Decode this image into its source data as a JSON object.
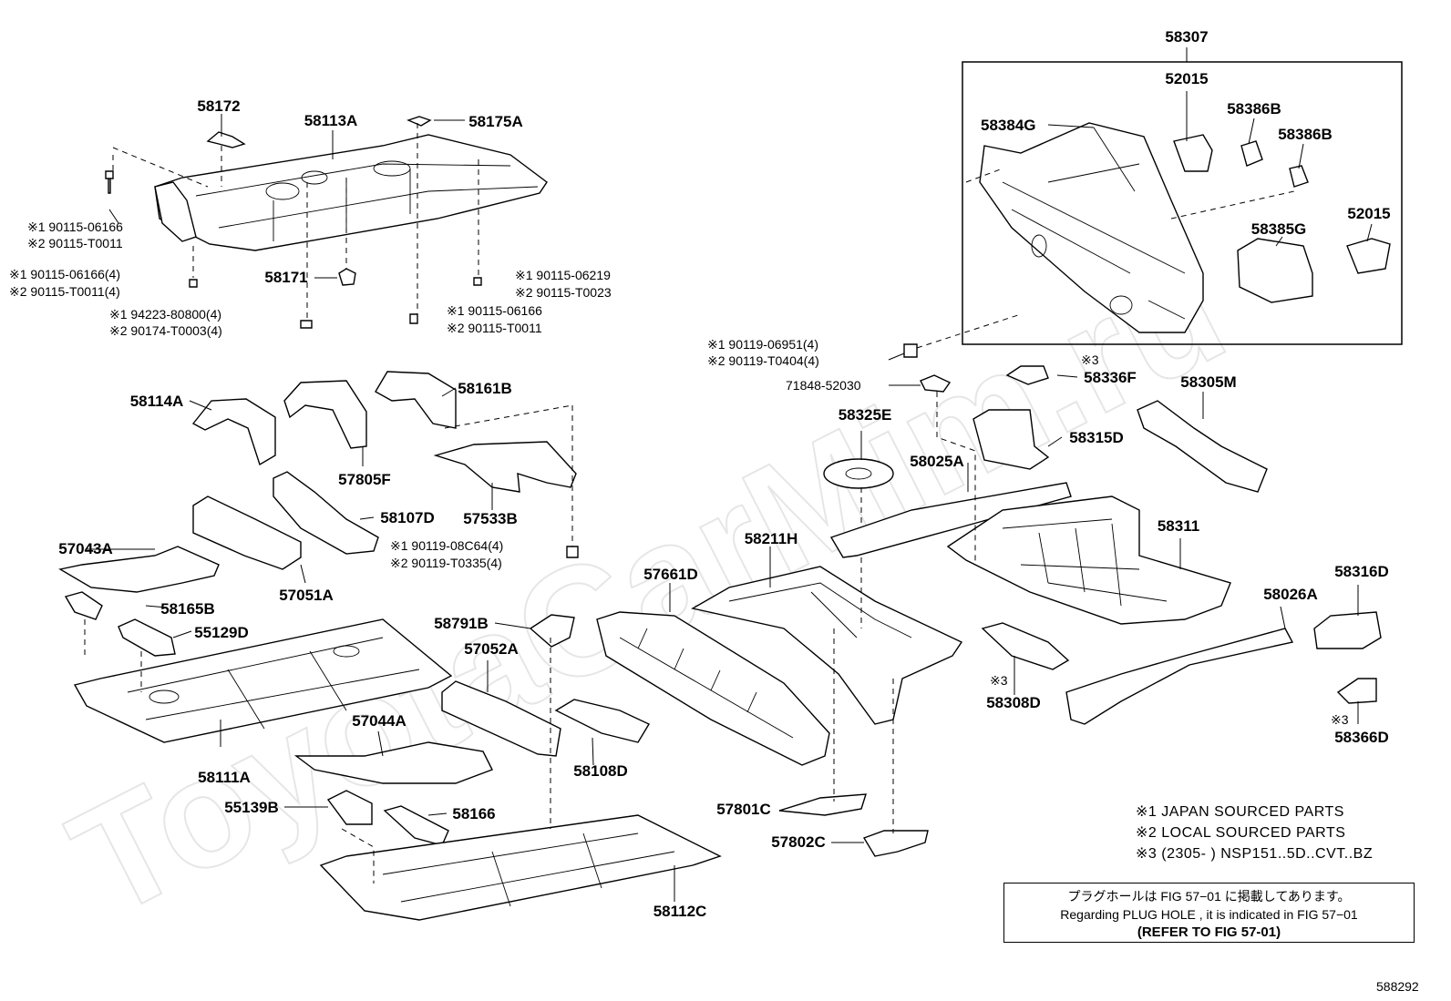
{
  "watermark": "ToyotaCarMim.ru",
  "figure_number": "588292",
  "notes": [
    "※1 JAPAN SOURCED PARTS",
    "※2 LOCAL SOURCED PARTS",
    "※3 (2305-      ) NSP151..5D..CVT..BZ"
  ],
  "reference_box": {
    "japanese": "プラグホールは FIG 57−01 に掲載してあります。",
    "english": "Regarding  PLUG  HOLE , it is indicated in FIG  57−01",
    "refer": "(REFER TO FIG 57-01)"
  },
  "part_labels": {
    "p58307": "58307",
    "p52015a": "52015",
    "p58384G": "58384G",
    "p58386B_1": "58386B",
    "p58386B_2": "58386B",
    "p52015b": "52015",
    "p58385G": "58385G",
    "p58172": "58172",
    "p58113A": "58113A",
    "p58175A": "58175A",
    "p58171": "58171",
    "p58114A": "58114A",
    "p57805F": "57805F",
    "p58161B": "58161B",
    "p57533B": "57533B",
    "p58107D": "58107D",
    "p57043A": "57043A",
    "p57051A": "57051A",
    "p58165B": "58165B",
    "p55129D": "55129D",
    "p58111A": "58111A",
    "p58791B": "58791B",
    "p57052A": "57052A",
    "p57044A": "57044A",
    "p58108D": "58108D",
    "p55139B": "55139B",
    "p58166": "58166",
    "p58112C": "58112C",
    "p57661D": "57661D",
    "p58211H": "58211H",
    "p57801C": "57801C",
    "p57802C": "57802C",
    "p58325E": "58325E",
    "p58025A": "58025A",
    "p58336F": "58336F",
    "p58315D": "58315D",
    "p58305M": "58305M",
    "p58311": "58311",
    "p58308D": "58308D",
    "p58026A": "58026A",
    "p58316D": "58316D",
    "p58366D": "58366D"
  },
  "fastener_labels": {
    "f1a": "※1 90115-06166",
    "f1b": "※2 90115-T0011",
    "f2a": "※1 90115-06166(4)",
    "f2b": "※2 90115-T0011(4)",
    "f3a": "※1 94223-80800(4)",
    "f3b": "※2 90174-T0003(4)",
    "f4a": "※1 90115-06219",
    "f4b": "※2 90115-T0023",
    "f5a": "※1 90115-06166",
    "f5b": "※2 90115-T0011",
    "f6a": "※1 90119-08C64(4)",
    "f6b": "※2 90119-T0335(4)",
    "f7a": "※1 90119-06951(4)",
    "f7b": "※2 90119-T0404(4)",
    "f8": "71848-52030",
    "m3a": "※3",
    "m3b": "※3",
    "m3c": "※3"
  }
}
